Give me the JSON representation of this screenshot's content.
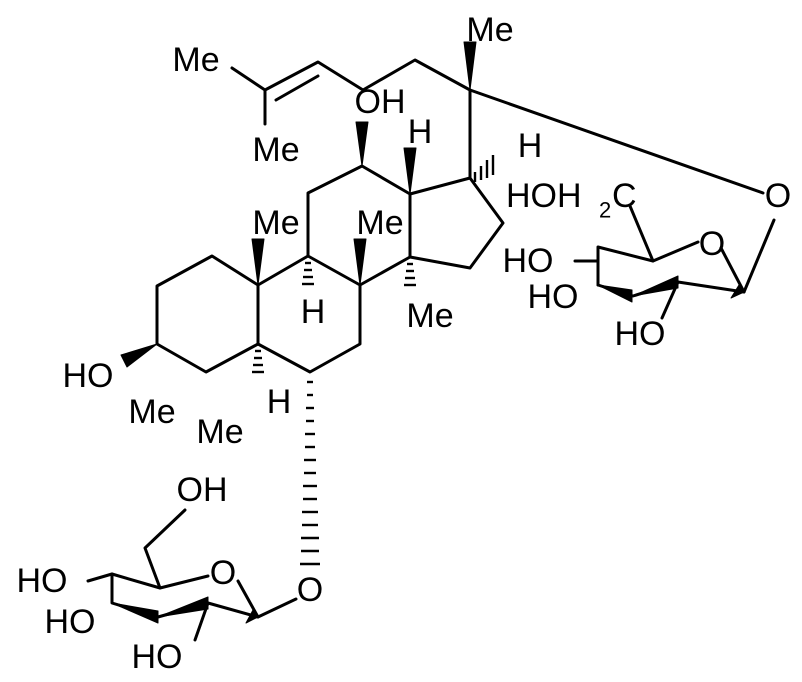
{
  "structure": {
    "labels": {
      "me_top": "Me",
      "me_alkene_left": "Me",
      "me_alkene_low": "Me",
      "oh_c12": "OH",
      "h_c13": "H",
      "h_c17": "H",
      "me_c10": "Me",
      "me_c8": "Me",
      "h_c9": "H",
      "me_c14": "Me",
      "ho_c3": "HO",
      "me_c4a": "Me",
      "me_c4b": "Me",
      "h_c5": "H",
      "o_link_top": "O",
      "sugar1_ch2oh": "HOH",
      "sugar1_ch2oh_sub": "2",
      "sugar1_ch2oh_c": "C",
      "sugar1_ring_o": "O",
      "sugar1_ho_a": "HO",
      "sugar1_ho_b": "HO",
      "sugar1_ho_c": "HO",
      "sugar2_oh": "OH",
      "sugar2_ring_o": "O",
      "sugar2_ho_a": "HO",
      "sugar2_ho_b": "HO",
      "sugar2_ho_c": "HO",
      "o_link_bottom": "O"
    }
  }
}
